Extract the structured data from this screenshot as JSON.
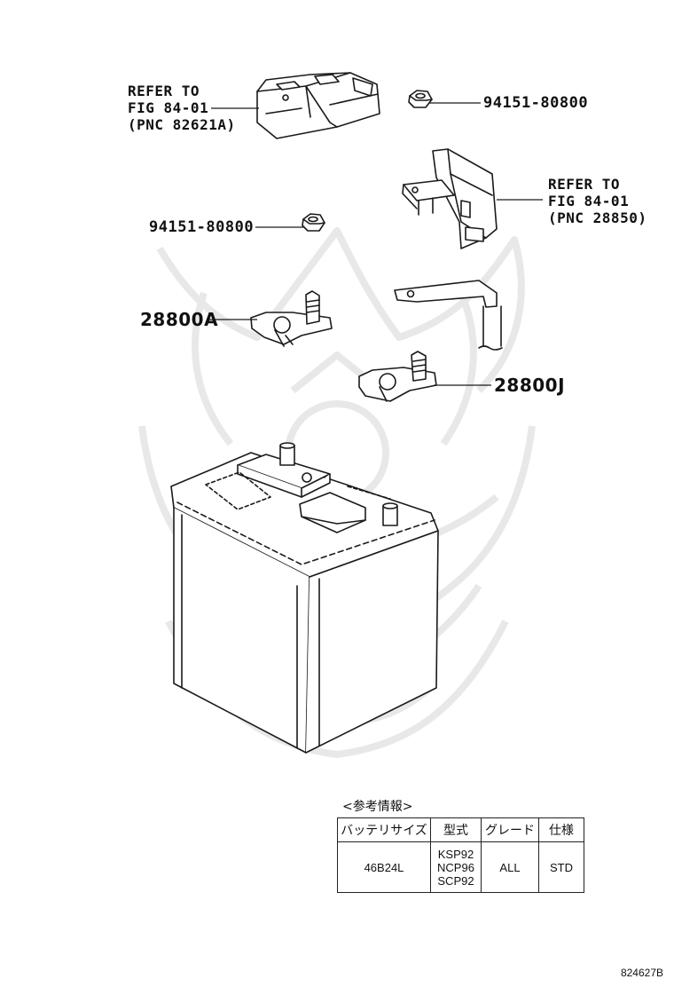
{
  "callouts": {
    "refer_top_line1": "REFER TO",
    "refer_top_line2": "FIG 84-01",
    "refer_top_line3": "(PNC 82621A)",
    "nut_top_part": "94151-80800",
    "refer_right_line1": "REFER TO",
    "refer_right_line2": "FIG 84-01",
    "refer_right_line3": "(PNC 28850)",
    "nut_left_part": "94151-80800",
    "clamp_neg_part": "28800A",
    "clamp_pos_part": "28800J"
  },
  "reference": {
    "caption": "<参考情報>",
    "headers": [
      "バッテリサイズ",
      "型式",
      "グレード",
      "仕様"
    ],
    "rows": [
      {
        "battery_size": "46B24L",
        "models": [
          "KSP92",
          "NCP96",
          "SCP92"
        ],
        "grade": "ALL",
        "spec": "STD"
      }
    ]
  },
  "illustration_id": "824627B",
  "colors": {
    "line": "#1a1a1a",
    "watermark": "#e6e6e6"
  }
}
